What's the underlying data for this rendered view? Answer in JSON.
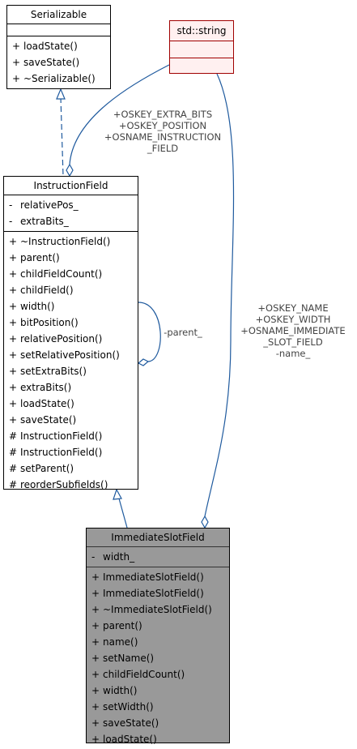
{
  "colors": {
    "edge": "#1f5a9e",
    "string_border": "#a00000",
    "string_fill": "#fff0f0",
    "highlight_fill": "#999999"
  },
  "serializable": {
    "title": "Serializable",
    "methods": [
      {
        "vis": "+",
        "name": "loadState()"
      },
      {
        "vis": "+",
        "name": "saveState()"
      },
      {
        "vis": "+",
        "name": "~Serializable()"
      }
    ]
  },
  "std_string": {
    "title": "std::string"
  },
  "instruction_field": {
    "title": "InstructionField",
    "attributes": [
      {
        "vis": "-",
        "name": "relativePos_"
      },
      {
        "vis": "-",
        "name": "extraBits_"
      }
    ],
    "methods": [
      {
        "vis": "+",
        "name": "~InstructionField()"
      },
      {
        "vis": "+",
        "name": "parent()"
      },
      {
        "vis": "+",
        "name": "childFieldCount()"
      },
      {
        "vis": "+",
        "name": "childField()"
      },
      {
        "vis": "+",
        "name": "width()"
      },
      {
        "vis": "+",
        "name": "bitPosition()"
      },
      {
        "vis": "+",
        "name": "relativePosition()"
      },
      {
        "vis": "+",
        "name": "setRelativePosition()"
      },
      {
        "vis": "+",
        "name": "setExtraBits()"
      },
      {
        "vis": "+",
        "name": "extraBits()"
      },
      {
        "vis": "+",
        "name": "loadState()"
      },
      {
        "vis": "+",
        "name": "saveState()"
      },
      {
        "vis": "#",
        "name": "InstructionField()"
      },
      {
        "vis": "#",
        "name": "InstructionField()"
      },
      {
        "vis": "#",
        "name": "setParent()"
      },
      {
        "vis": "#",
        "name": "reorderSubfields()"
      }
    ]
  },
  "immediate_slot_field": {
    "title": "ImmediateSlotField",
    "attributes": [
      {
        "vis": "-",
        "name": "width_"
      }
    ],
    "methods": [
      {
        "vis": "+",
        "name": "ImmediateSlotField()"
      },
      {
        "vis": "+",
        "name": "ImmediateSlotField()"
      },
      {
        "vis": "+",
        "name": "~ImmediateSlotField()"
      },
      {
        "vis": "+",
        "name": "parent()"
      },
      {
        "vis": "+",
        "name": "name()"
      },
      {
        "vis": "+",
        "name": "setName()"
      },
      {
        "vis": "+",
        "name": "childFieldCount()"
      },
      {
        "vis": "+",
        "name": "width()"
      },
      {
        "vis": "+",
        "name": "setWidth()"
      },
      {
        "vis": "+",
        "name": "saveState()"
      },
      {
        "vis": "+",
        "name": "loadState()"
      }
    ]
  },
  "edge_labels": {
    "string_to_instruction_field": "+OSKEY_EXTRA_BITS\n+OSKEY_POSITION\n+OSNAME_INSTRUCTION\n_FIELD",
    "parent_self": "-parent_",
    "string_to_immediate_slot_field": "+OSKEY_NAME\n+OSKEY_WIDTH\n+OSNAME_IMMEDIATE\n_SLOT_FIELD\n-name_"
  }
}
